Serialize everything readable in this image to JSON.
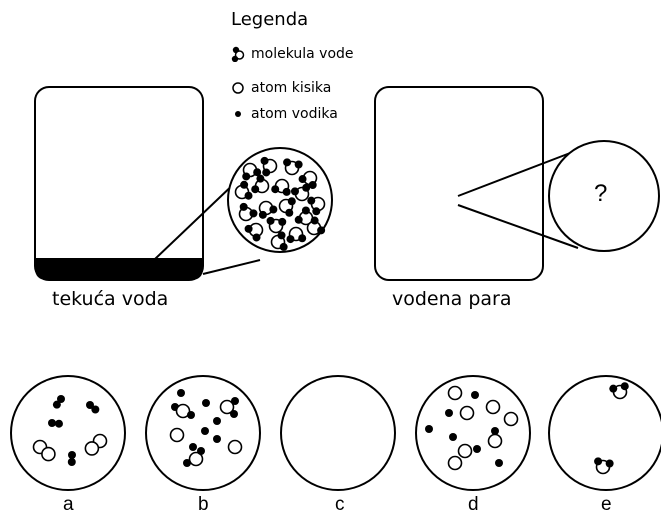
{
  "legend": {
    "title": "Legenda",
    "items": [
      {
        "label": "molekula vode",
        "icon": "water-molecule-icon"
      },
      {
        "label": "atom kisika",
        "icon": "oxygen-atom-icon"
      },
      {
        "label": "atom vodika",
        "icon": "hydrogen-atom-icon"
      }
    ]
  },
  "containers": {
    "liquid_label": "tekuća voda",
    "vapor_label": "vodena para",
    "zoom_question": "?"
  },
  "options": [
    "a",
    "b",
    "c",
    "d",
    "e"
  ],
  "colors": {
    "ink": "#000000",
    "background": "#ffffff"
  }
}
